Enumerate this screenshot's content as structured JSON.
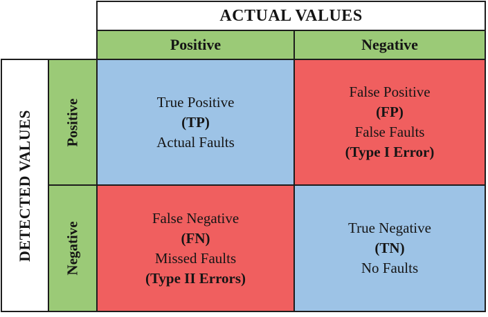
{
  "colors": {
    "header_green": "#9BCA77",
    "cell_blue": "#9DC3E6",
    "cell_red": "#F05F5F",
    "border_black": "#1C1C1C",
    "background_white": "#FFFFFF"
  },
  "matrix": {
    "top_axis_title": "ACTUAL VALUES",
    "left_axis_title": "DETECTED VALUES",
    "columns": [
      "Positive",
      "Negative"
    ],
    "rows": [
      "Positive",
      "Negative"
    ],
    "cells": {
      "tp": {
        "line1": "True Positive",
        "line2": "(TP)",
        "line3": "Actual Faults"
      },
      "fp": {
        "line1": "False Positive",
        "line2": "(FP)",
        "line3": "False Faults",
        "line4": "(Type I Error)"
      },
      "fn": {
        "line1": "False Negative",
        "line2": "(FN)",
        "line3": "Missed Faults",
        "line4": "(Type II Errors)"
      },
      "tn": {
        "line1": "True Negative",
        "line2": "(TN)",
        "line3": "No Faults"
      }
    }
  }
}
